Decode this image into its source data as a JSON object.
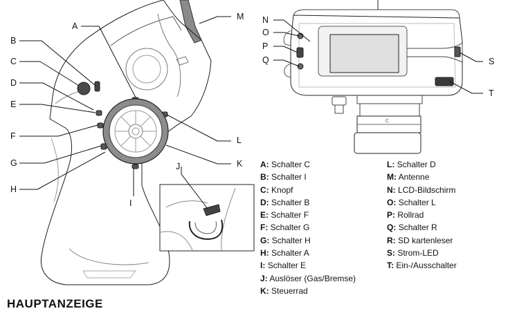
{
  "callouts": {
    "left": [
      {
        "letter": "A"
      },
      {
        "letter": "B"
      },
      {
        "letter": "C"
      },
      {
        "letter": "D"
      },
      {
        "letter": "E"
      },
      {
        "letter": "F"
      },
      {
        "letter": "G"
      },
      {
        "letter": "H"
      },
      {
        "letter": "I"
      },
      {
        "letter": "J"
      },
      {
        "letter": "K"
      },
      {
        "letter": "L"
      },
      {
        "letter": "M"
      }
    ],
    "right": [
      {
        "letter": "N"
      },
      {
        "letter": "O"
      },
      {
        "letter": "P"
      },
      {
        "letter": "Q"
      },
      {
        "letter": "S"
      },
      {
        "letter": "T"
      }
    ],
    "small_label": "C"
  },
  "legend": {
    "left": [
      {
        "key": "A:",
        "text": "Schalter C"
      },
      {
        "key": "B:",
        "text": "Schalter I"
      },
      {
        "key": "C:",
        "text": "Knopf"
      },
      {
        "key": "D:",
        "text": "Schalter B"
      },
      {
        "key": "E:",
        "text": "Schalter F"
      },
      {
        "key": "F:",
        "text": "Schalter G"
      },
      {
        "key": "G:",
        "text": "Schalter H"
      },
      {
        "key": "H:",
        "text": "Schalter A"
      },
      {
        "key": "I:",
        "text": "Schalter E"
      },
      {
        "key": "J:",
        "text": "Auslöser (Gas/Bremse)"
      },
      {
        "key": "K:",
        "text": "Steuerrad"
      }
    ],
    "right": [
      {
        "key": "L:",
        "text": "Schalter D"
      },
      {
        "key": "M:",
        "text": "Antenne"
      },
      {
        "key": "N:",
        "text": "LCD-Bildschirm"
      },
      {
        "key": "O:",
        "text": "Schalter L"
      },
      {
        "key": "P:",
        "text": "Rollrad"
      },
      {
        "key": "Q:",
        "text": "Schalter R"
      },
      {
        "key": "R:",
        "text": "SD kartenleser"
      },
      {
        "key": "S:",
        "text": "Strom-LED"
      },
      {
        "key": "T:",
        "text": "Ein-/Ausschalter"
      }
    ]
  },
  "section_heading": "HAUPTANZEIGE"
}
